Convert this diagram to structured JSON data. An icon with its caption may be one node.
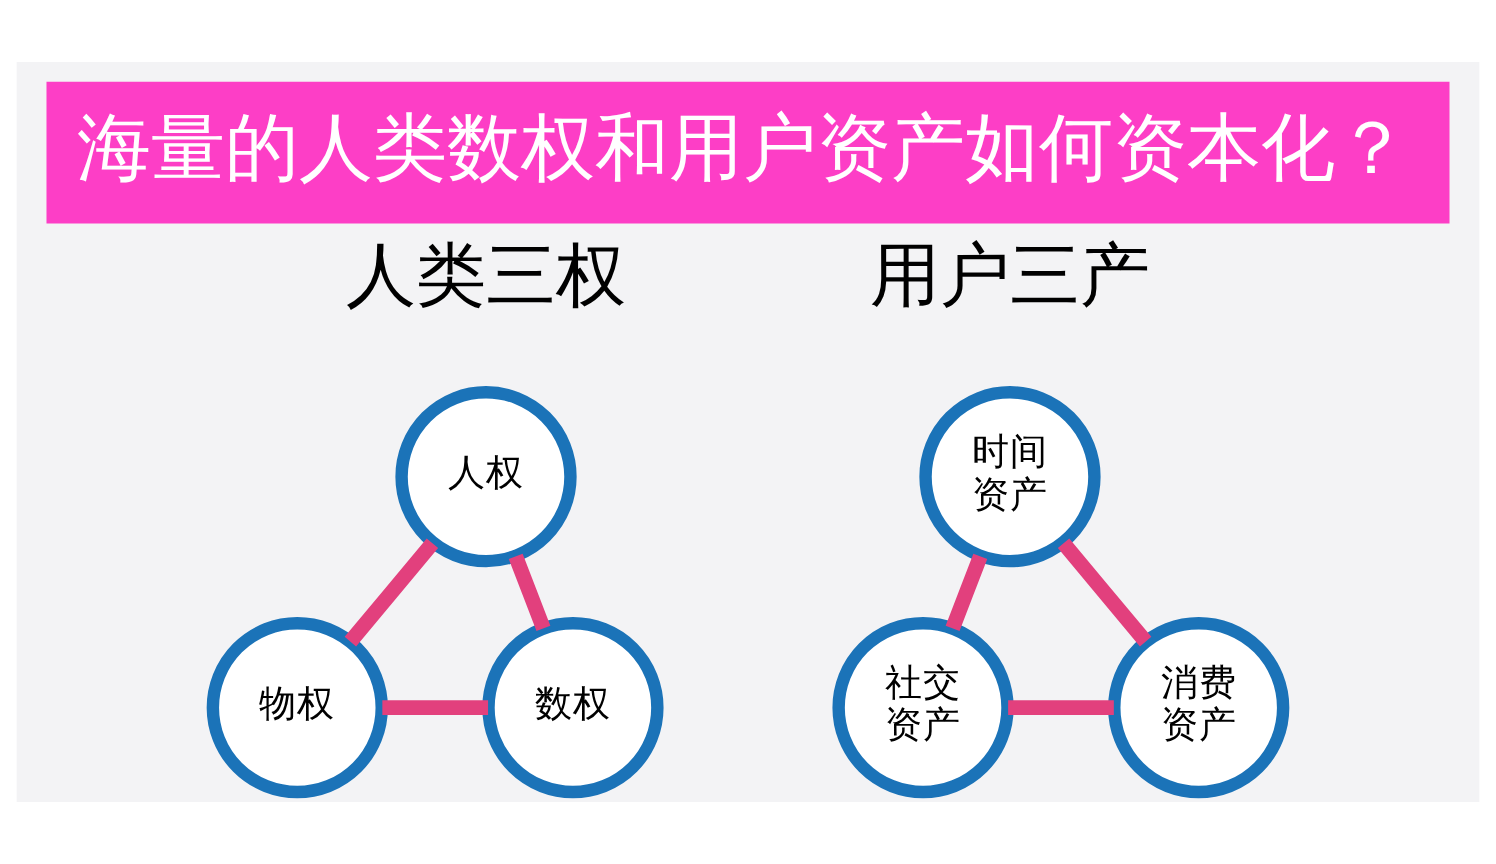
{
  "diagram": {
    "title": "海量的人类数权和用户资产如何资本化？",
    "nodes": [
      {
        "text": [
          "人权"
        ]
      },
      {
        "text": [
          "物权"
        ]
      },
      {
        "text": [
          "数权"
        ]
      },
      {
        "text": [
          "时间资产"
        ]
      },
      {
        "text": [
          "社交资产"
        ]
      },
      {
        "text": [
          "消费资产"
        ]
      }
    ],
    "edges": [
      {
        "from": 0,
        "to": 1,
        "arrow": "none"
      },
      {
        "from": 0,
        "to": 2,
        "arrow": "none"
      },
      {
        "from": 1,
        "to": 2,
        "arrow": "none"
      },
      {
        "from": 3,
        "to": 4,
        "arrow": "none"
      },
      {
        "from": 3,
        "to": 5,
        "arrow": "none"
      },
      {
        "from": 4,
        "to": 5,
        "arrow": "none"
      }
    ],
    "labels": [
      "人类三权",
      "用户三产"
    ]
  }
}
